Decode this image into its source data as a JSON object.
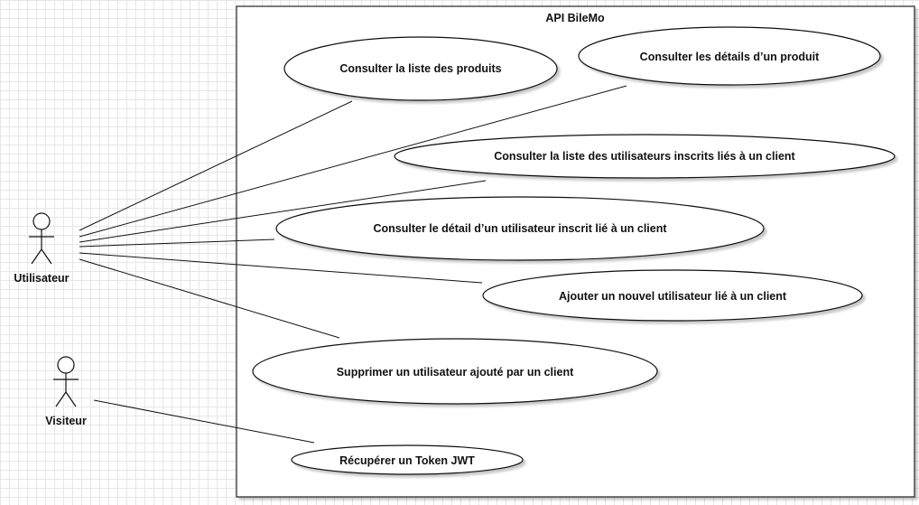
{
  "system": {
    "title": "API BileMo"
  },
  "actors": {
    "utilisateur": "Utilisateur",
    "visiteur": "Visiteur"
  },
  "use_cases": {
    "liste_produits": "Consulter la liste des produits",
    "details_produit": "Consulter les détails d’un produit",
    "liste_utilisateurs": "Consulter la liste des utilisateurs inscrits liés à un client",
    "detail_utilisateur": "Consulter le détail d’un utilisateur inscrit lié à un client",
    "ajouter_utilisateur": "Ajouter un nouvel utilisateur lié à un client",
    "supprimer_utilisateur": "Supprimer un utilisateur ajouté par un client",
    "token_jwt": "Récupérer un Token JWT"
  }
}
